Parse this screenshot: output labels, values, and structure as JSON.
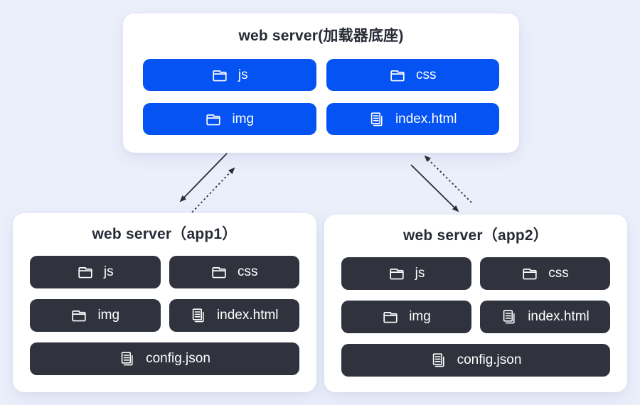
{
  "canvas": {
    "background": "#EBEFFA"
  },
  "colors": {
    "loader_chip": "#0453F2",
    "app_chip": "#30333E",
    "chip_text": "#FFFFFF",
    "title_text": "#272B36",
    "arrow": "#2A2D37",
    "card_bg": "#FFFFFF"
  },
  "cards": {
    "loader": {
      "title": "web server(加载器底座)",
      "items": [
        {
          "label": "js",
          "icon": "folder-icon"
        },
        {
          "label": "css",
          "icon": "folder-icon"
        },
        {
          "label": "img",
          "icon": "folder-icon"
        },
        {
          "label": "index.html",
          "icon": "document-icon"
        }
      ]
    },
    "app1": {
      "title": "web server（app1）",
      "items": [
        {
          "label": "js",
          "icon": "folder-icon"
        },
        {
          "label": "css",
          "icon": "folder-icon"
        },
        {
          "label": "img",
          "icon": "folder-icon"
        },
        {
          "label": "index.html",
          "icon": "document-icon"
        },
        {
          "label": "config.json",
          "icon": "document-icon"
        }
      ]
    },
    "app2": {
      "title": "web server（app2）",
      "items": [
        {
          "label": "js",
          "icon": "folder-icon"
        },
        {
          "label": "css",
          "icon": "folder-icon"
        },
        {
          "label": "img",
          "icon": "folder-icon"
        },
        {
          "label": "index.html",
          "icon": "document-icon"
        },
        {
          "label": "config.json",
          "icon": "document-icon"
        }
      ]
    }
  },
  "arrows": [
    {
      "name": "loader-to-app1",
      "style": "solid",
      "direction": "down-left"
    },
    {
      "name": "app1-to-loader",
      "style": "dashed",
      "direction": "up-right"
    },
    {
      "name": "loader-to-app2",
      "style": "solid",
      "direction": "down-right"
    },
    {
      "name": "app2-to-loader",
      "style": "dashed",
      "direction": "up-left"
    }
  ]
}
